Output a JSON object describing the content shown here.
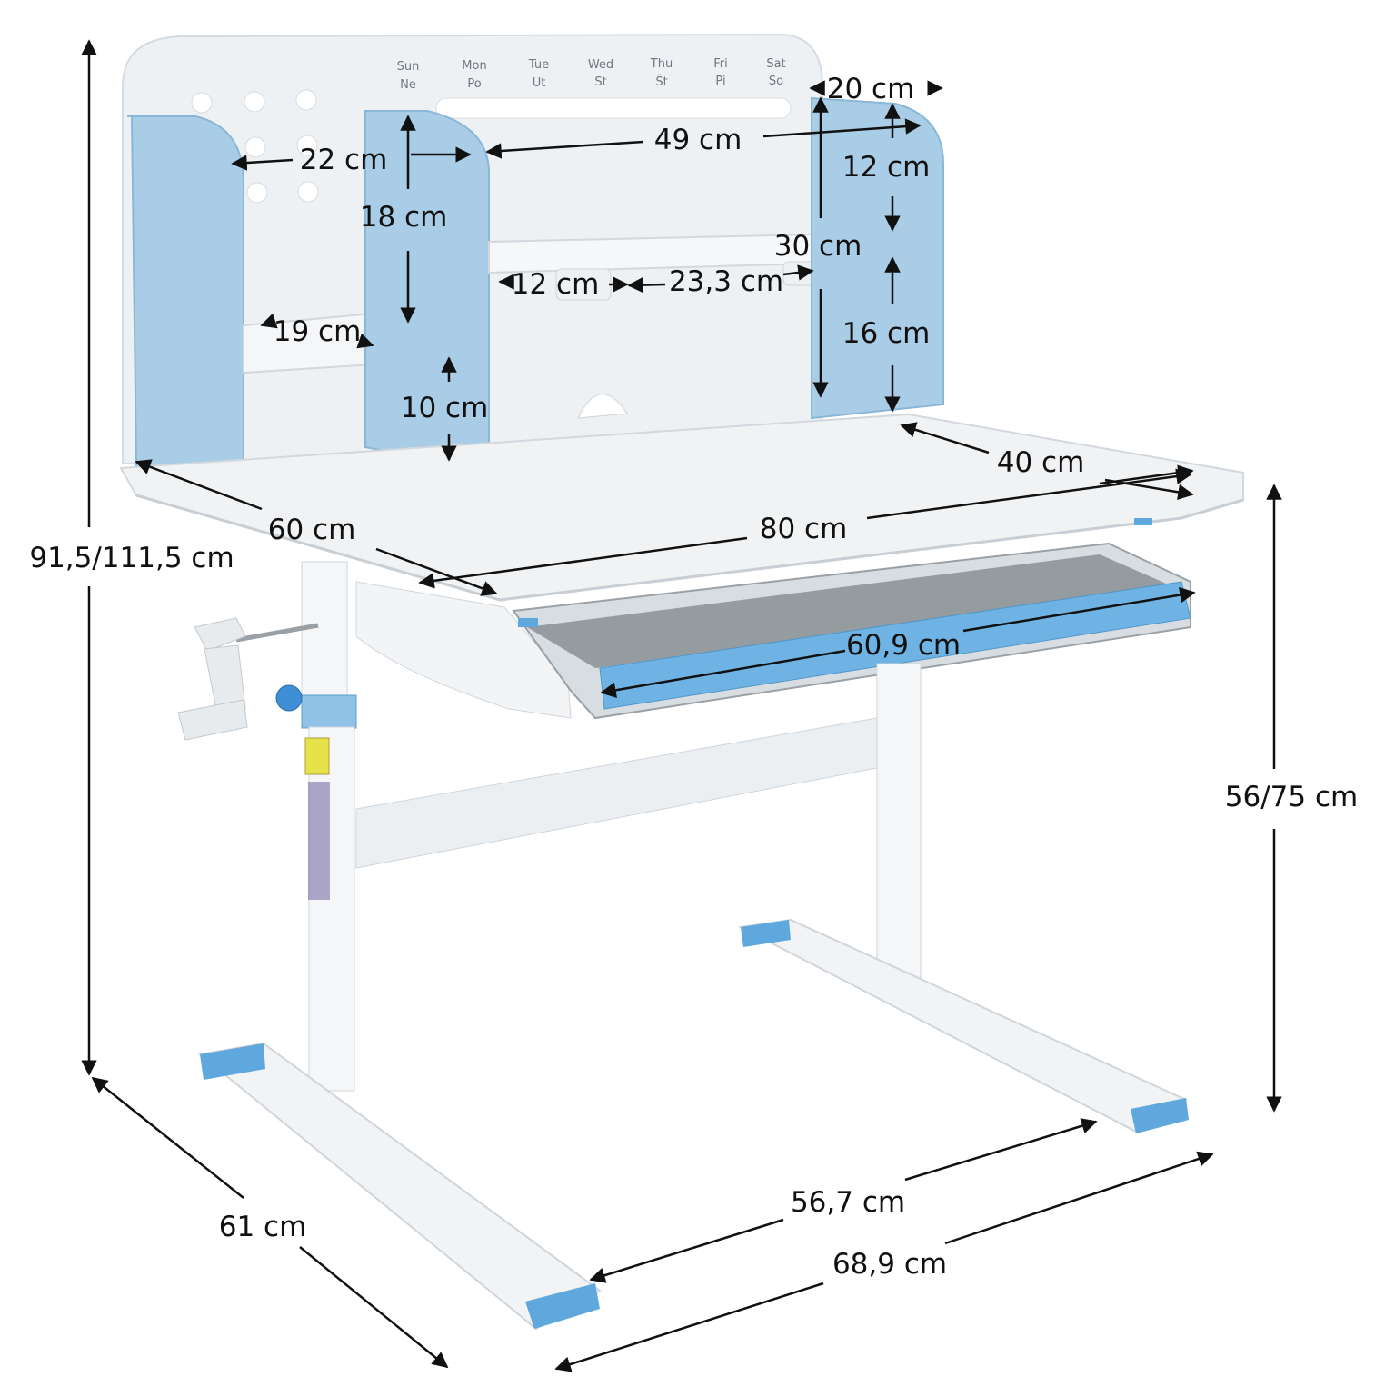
{
  "colors": {
    "desk_white": "#eef1f3",
    "panel_blue": "#a9cde6",
    "accent_blue": "#5fa8dd",
    "drawer_grey": "#8f969b",
    "line": "#111111"
  },
  "calendar": {
    "days": [
      {
        "en": "Sun",
        "local": "Ne"
      },
      {
        "en": "Mon",
        "local": "Po"
      },
      {
        "en": "Tue",
        "local": "Ut"
      },
      {
        "en": "Wed",
        "local": "St"
      },
      {
        "en": "Thu",
        "local": "Št"
      },
      {
        "en": "Fri",
        "local": "Pi"
      },
      {
        "en": "Sat",
        "local": "So"
      }
    ]
  },
  "dimensions": {
    "total_height": "91,5/111,5 cm",
    "hutch_side_width": "22 cm",
    "left_compartment_height": "18 cm",
    "hutch_inner_width": "49 cm",
    "right_panel_depth": "20 cm",
    "right_upper_height": "12 cm",
    "right_shelf_width": "30 cm",
    "middle_left_width": "12 cm",
    "middle_width": "23,3 cm",
    "left_shelf_depth": "19 cm",
    "right_lower_height": "16 cm",
    "left_lower_height": "10 cm",
    "desk_side_depth": "40 cm",
    "desk_depth": "60 cm",
    "desk_width": "80 cm",
    "drawer_width": "60,9 cm",
    "desk_height": "56/75 cm",
    "base_depth": "61 cm",
    "inner_leg_span": "56,7 cm",
    "outer_leg_span": "68,9 cm"
  }
}
